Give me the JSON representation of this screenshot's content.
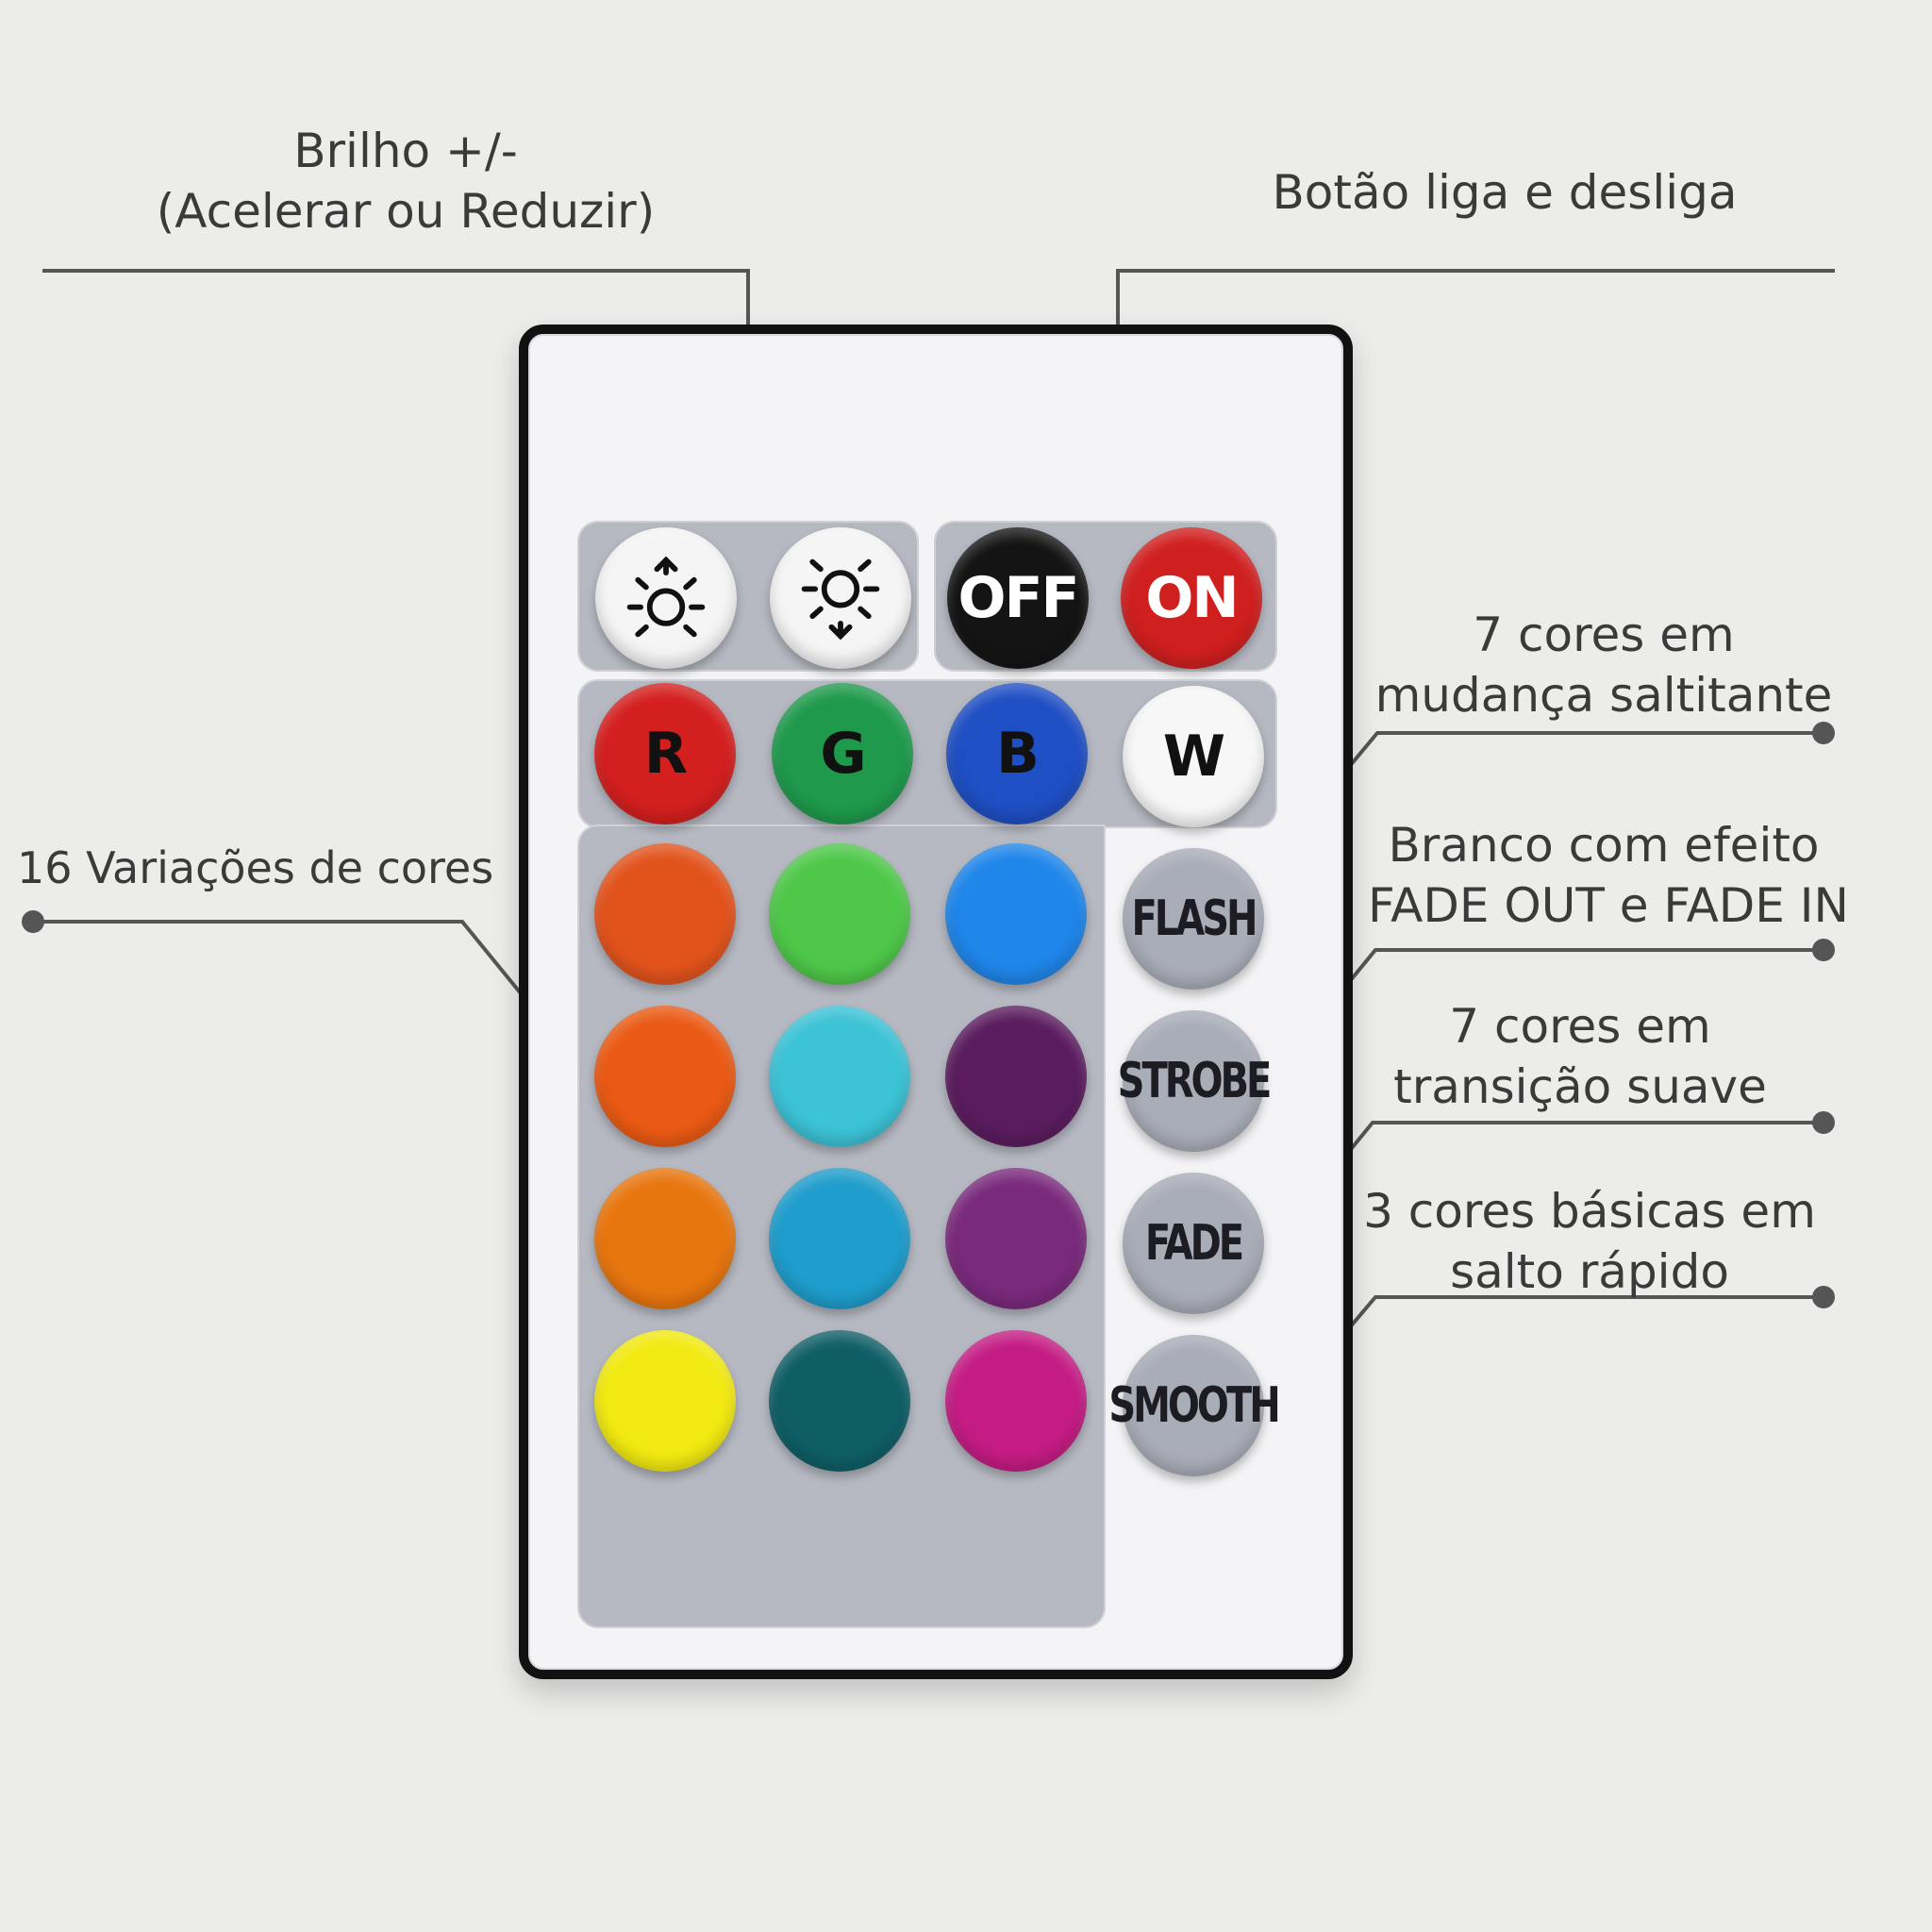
{
  "annotations": {
    "brightness": {
      "lines": [
        "Brilho +/-",
        "(Acelerar ou Reduzir)"
      ]
    },
    "power": {
      "lines": [
        "Botão liga e desliga"
      ]
    },
    "flash": {
      "lines": [
        "7 cores em",
        "mudança saltitante"
      ]
    },
    "strobe": {
      "lines": [
        "Branco com efeito",
        "FADE OUT e FADE IN"
      ]
    },
    "fade": {
      "lines": [
        "7 cores em",
        "transição suave"
      ]
    },
    "smooth": {
      "lines": [
        "3 cores básicas em",
        "salto rápido"
      ]
    },
    "colors": {
      "lines": [
        "16 Variações de cores"
      ]
    }
  },
  "remote": {
    "top_row": [
      {
        "name": "brightness-up-button",
        "icon": "sun-up-icon",
        "color": "#f5f5f5"
      },
      {
        "name": "brightness-down-button",
        "icon": "sun-down-icon",
        "color": "#f5f5f5"
      },
      {
        "name": "off-button",
        "label": "OFF",
        "color": "#141414",
        "text_color": "#ffffff"
      },
      {
        "name": "on-button",
        "label": "ON",
        "color": "#d01f1f",
        "text_color": "#ffffff"
      }
    ],
    "rgbw_row": [
      {
        "name": "red-button",
        "label": "R",
        "color": "#d41f1f",
        "text_color": "#111111"
      },
      {
        "name": "green-button",
        "label": "G",
        "color": "#1f9a4c",
        "text_color": "#111111"
      },
      {
        "name": "blue-button",
        "label": "B",
        "color": "#1f4fc4",
        "text_color": "#111111"
      },
      {
        "name": "white-button",
        "label": "W",
        "color": "#f7f7f7",
        "text_color": "#111111"
      }
    ],
    "color_grid": [
      [
        "#e2531c",
        "#4fc84a",
        "#1f86ea"
      ],
      [
        "#ea5a14",
        "#3cc3d6",
        "#5a1c5e"
      ],
      [
        "#e8760f",
        "#1f9dcc",
        "#7a2a7c"
      ],
      [
        "#f2ea12",
        "#0f5e66",
        "#c41c84"
      ]
    ],
    "modes": [
      {
        "name": "flash-button",
        "label": "FLASH"
      },
      {
        "name": "strobe-button",
        "label": "STROBE"
      },
      {
        "name": "fade-button",
        "label": "FADE"
      },
      {
        "name": "smooth-button",
        "label": "SMOOTH"
      }
    ]
  },
  "colors": {
    "background": "#ececea",
    "leader_line": "#555555",
    "panel": "#b6b9c2"
  }
}
